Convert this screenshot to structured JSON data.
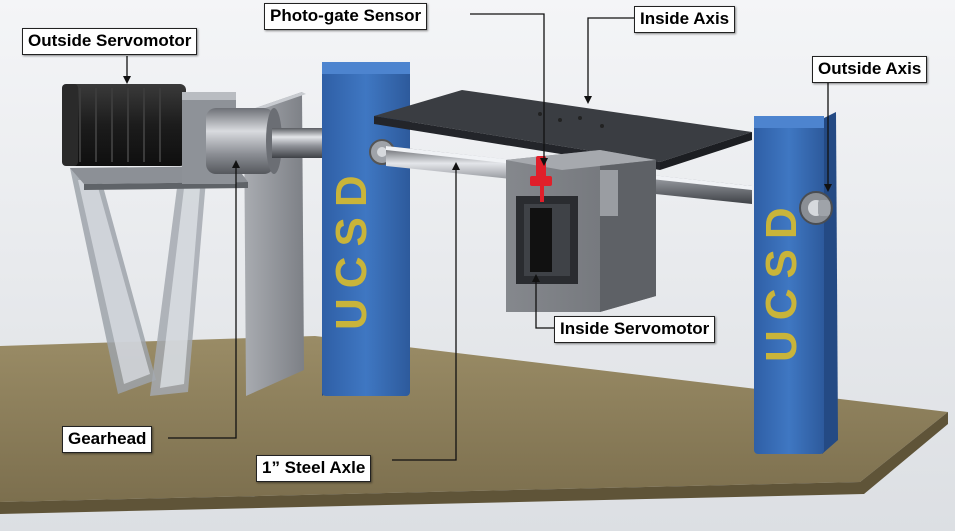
{
  "labels": {
    "outside_servomotor": "Outside Servomotor",
    "photo_gate_sensor": "Photo-gate Sensor",
    "inside_axis": "Inside Axis",
    "outside_axis": "Outside Axis",
    "inside_servomotor": "Inside Servomotor",
    "gearhead": "Gearhead",
    "steel_axle": "1” Steel Axle"
  },
  "brand": {
    "left_pillar_text": "UCSD",
    "right_pillar_text": "UCSD"
  },
  "colors": {
    "pillar_blue": "#3a6fb8",
    "brand_gold": "#c9b43a",
    "base_tan": "#8d7f5a",
    "motor_black": "#1c1c1c",
    "sensor_red": "#e01f2a"
  }
}
